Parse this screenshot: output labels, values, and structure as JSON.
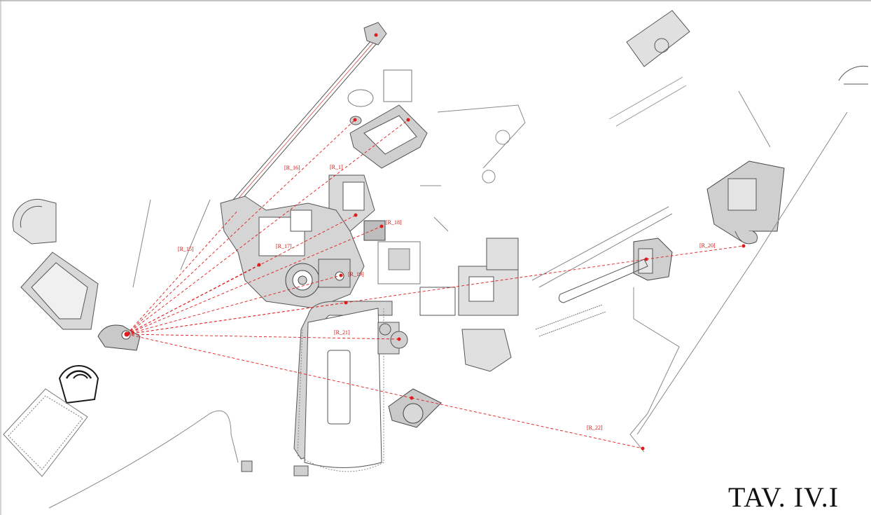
{
  "plate": {
    "title": "TAV. IV.I"
  },
  "colors": {
    "sightline": "#e01b1b",
    "ruin_fill": "#cfcfcf",
    "ruin_stroke": "#6b6b6b",
    "dark_plan": "#1a1a1a"
  },
  "sightlines": [
    {
      "id": "R_16",
      "label": "[R_16]"
    },
    {
      "id": "R_1",
      "label": "[R_1]"
    },
    {
      "id": "R_15",
      "label": "[R_15]"
    },
    {
      "id": "R_18",
      "label": "[R_18]"
    },
    {
      "id": "R_17",
      "label": "[R_17]"
    },
    {
      "id": "R_19",
      "label": "[R_19]"
    },
    {
      "id": "R_20",
      "label": "[R_20]"
    },
    {
      "id": "R_21",
      "label": "[R_21]"
    },
    {
      "id": "R_22",
      "label": "[R_22]"
    }
  ]
}
